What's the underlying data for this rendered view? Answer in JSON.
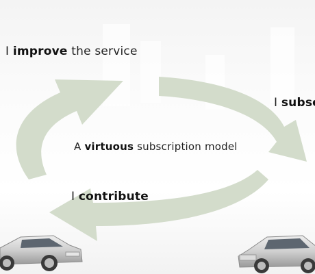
{
  "diagram": {
    "title_pre": "A",
    "title_bold": "virtuous",
    "title_post": "subscription model",
    "improve": {
      "pre": "I",
      "bold": "improve",
      "post": "the service"
    },
    "subscribe": {
      "pre": "I",
      "bold": "subsc"
    },
    "contribute": {
      "pre": "I",
      "bold": "contribute"
    },
    "arrow_color": "#d3dccb"
  }
}
